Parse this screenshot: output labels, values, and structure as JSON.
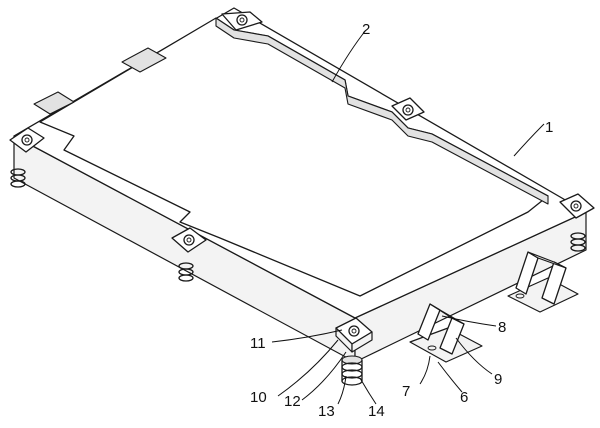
{
  "labels": {
    "l1": "1",
    "l2": "2",
    "l6": "6",
    "l7": "7",
    "l8": "8",
    "l9": "9",
    "l10": "10",
    "l11": "11",
    "l12": "12",
    "l13": "13",
    "l14": "14"
  }
}
